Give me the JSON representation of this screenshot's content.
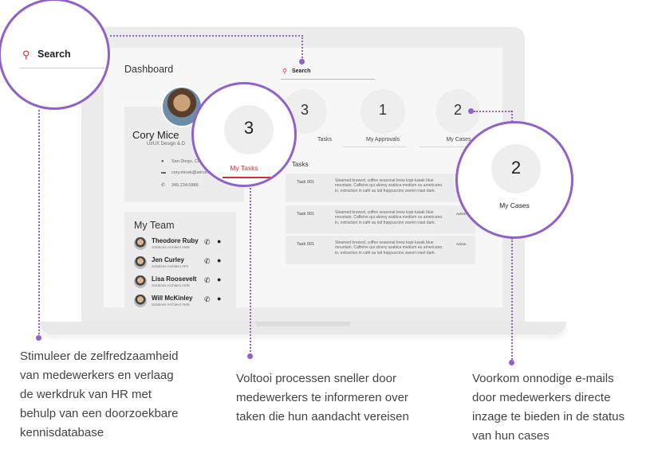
{
  "dashboard": {
    "title": "Dashboard",
    "search_label": "Search",
    "profile": {
      "name": "Cory Mice",
      "role": "UI/UX Design & D",
      "location": "San Diego, CA",
      "email": "cory.micek@servicenc",
      "phone": "345.234.0986"
    },
    "team": {
      "title": "My Team",
      "members": [
        {
          "name": "Theodore Ruby",
          "role": "Solutions Architect AMS"
        },
        {
          "name": "Jen Curley",
          "role": "Solutions Architect APJ"
        },
        {
          "name": "Lisa Roosevelt",
          "role": "Solutions Architect AMS"
        },
        {
          "name": "Will McKinley",
          "role": "Solutions Architect AMS"
        }
      ]
    },
    "stats": [
      {
        "count": "3",
        "label": "Tasks"
      },
      {
        "count": "1",
        "label": "My Approvals"
      },
      {
        "count": "2",
        "label": "My Cases"
      }
    ],
    "tasks_heading": "Tasks",
    "tasks": [
      {
        "id": "Task 001",
        "desc": "Steamed brewed, coffee seasonal brew kopi-luwak blue mountain. Caffeine qui skinny arabica medium eu americano. in, extraction in café au lait frappuccino sweet roast dark.",
        "action": ""
      },
      {
        "id": "Task 001",
        "desc": "Steamed brewed, coffee seasonal brew kopi-luwak blue mountain. Caffeine qui skinny arabica medium eu americano. in, extraction in café au lait frappuccino sweet roast dark.",
        "action": "Action"
      },
      {
        "id": "Task 001",
        "desc": "Steamed brewed, coffee seasonal brew kopi-luwak blue mountain. Caffeine qui skinny arabica medium eu americano. in, extraction in café au lait frappuccino sweet roast dark.",
        "action": "Action"
      }
    ]
  },
  "magnifiers": {
    "search_label": "Search",
    "tasks_count": "3",
    "tasks_label": "My Tasks",
    "cases_count": "2",
    "cases_label": "My Cases"
  },
  "captions": {
    "left": [
      "Stimuleer de zelfredzaamheid",
      "van medewerkers en verlaag",
      "de werkdruk van HR met",
      "behulp van een doorzoekbare",
      "kennisdatabase"
    ],
    "middle": [
      "Voltooi processen sneller door",
      "medewerkers te informeren over",
      "taken die hun aandacht vereisen"
    ],
    "right": [
      "Voorkom onnodige e-mails",
      "door medewerkers directe",
      "inzage te bieden in de status",
      "van hun cases"
    ]
  },
  "colors": {
    "accent": "#9061c9",
    "brand_red": "#d32f2f"
  }
}
